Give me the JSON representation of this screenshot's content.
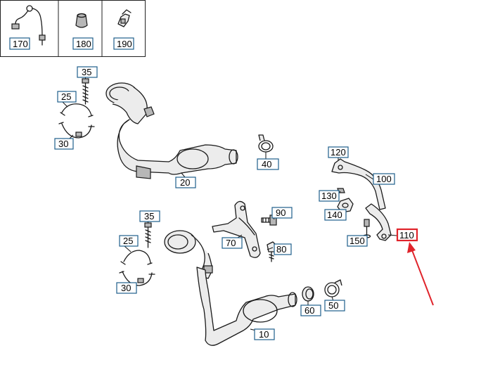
{
  "labels": {
    "p170": "170",
    "p180": "180",
    "p190": "190",
    "p35a": "35",
    "p25a": "25",
    "p30a": "30",
    "p20": "20",
    "p40": "40",
    "p120": "120",
    "p100": "100",
    "p130": "130",
    "p140": "140",
    "p90": "90",
    "p35b": "35",
    "p70": "70",
    "p80": "80",
    "p25b": "25",
    "p150": "150",
    "p110": "110",
    "p30b": "30",
    "p60": "60",
    "p50": "50",
    "p10": "10"
  },
  "highlight": {
    "part": "110",
    "color": "#e0242b"
  }
}
